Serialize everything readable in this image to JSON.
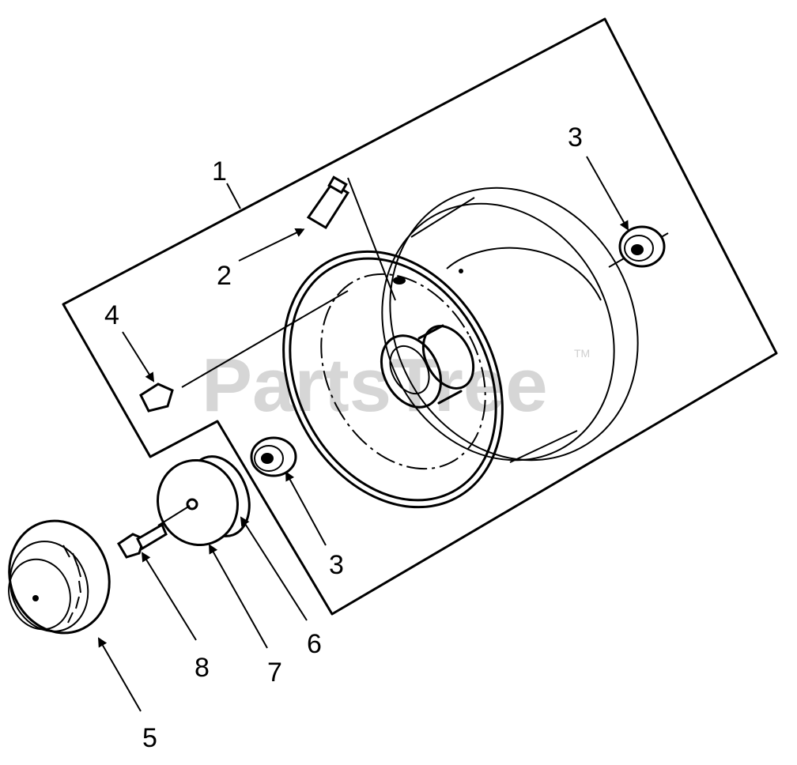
{
  "watermark": {
    "text": "PartsTree",
    "trademark": "TM"
  },
  "callouts": {
    "c1": "1",
    "c2": "2",
    "c3a": "3",
    "c3b": "3",
    "c4": "4",
    "c5": "5",
    "c6": "6",
    "c7": "7",
    "c8": "8"
  }
}
